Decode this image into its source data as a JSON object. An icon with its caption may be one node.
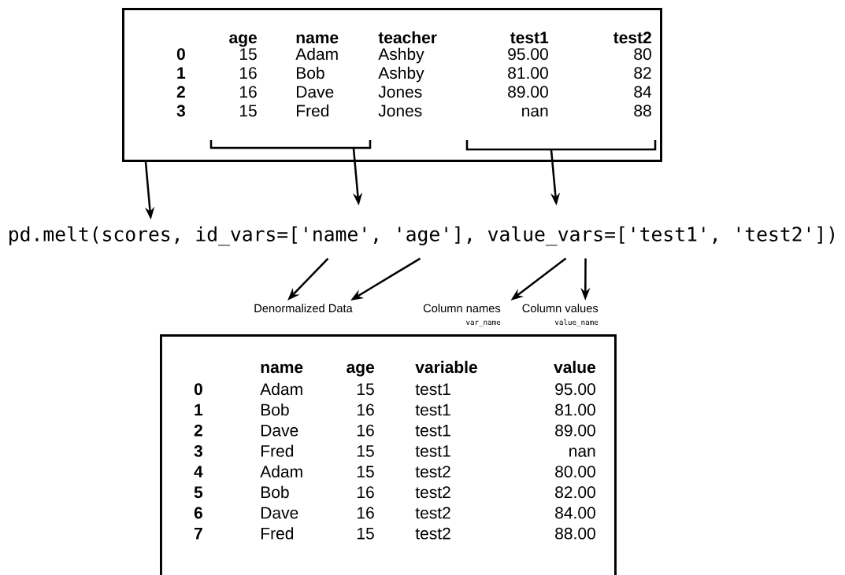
{
  "diagram": {
    "nodes": [
      {
        "text": [],
        "shape": "box"
      },
      {
        "text": [],
        "shape": "bracket",
        "in": 0
      },
      {
        "text": [],
        "shape": "bracket",
        "in": 0
      },
      {
        "text": [
          "pd.melt(scores, id_vars=['name', 'age'], value_vars=['test1', 'test2'])"
        ]
      },
      {
        "text": [
          "Denormalized Data"
        ]
      },
      {
        "text": [
          "Column names",
          "var_name"
        ]
      },
      {
        "text": [
          "Column values",
          "value_name"
        ]
      },
      {
        "text": [],
        "shape": "box"
      }
    ],
    "edges": [
      {
        "from": 0,
        "to": 3,
        "arrow": "to"
      },
      {
        "from": 1,
        "to": 3,
        "arrow": "to"
      },
      {
        "from": 2,
        "to": 3,
        "arrow": "to"
      },
      {
        "from": 3,
        "to": 4,
        "arrow": "to"
      },
      {
        "from": 3,
        "to": 4,
        "arrow": "to"
      },
      {
        "from": 3,
        "to": 5,
        "arrow": "to"
      },
      {
        "from": 3,
        "to": 6,
        "arrow": "to"
      }
    ],
    "labels": [
      "age",
      "name",
      "teacher",
      "test1",
      "test2",
      "0",
      "15",
      "Adam",
      "Ashby",
      "95.00",
      "80",
      "1",
      "16",
      "Bob",
      "Ashby",
      "81.00",
      "82",
      "2",
      "16",
      "Dave",
      "Jones",
      "89.00",
      "84",
      "3",
      "15",
      "Fred",
      "Jones",
      "nan",
      "88",
      "name",
      "age",
      "variable",
      "value",
      "0",
      "Adam",
      "15",
      "test1",
      "95.00",
      "1",
      "Bob",
      "16",
      "test1",
      "81.00",
      "2",
      "Dave",
      "16",
      "test1",
      "89.00",
      "3",
      "Fred",
      "15",
      "test1",
      "nan",
      "4",
      "Adam",
      "15",
      "test2",
      "80.00",
      "5",
      "Bob",
      "16",
      "test2",
      "82.00",
      "6",
      "Dave",
      "16",
      "test2",
      "84.00",
      "7",
      "Fred",
      "15",
      "test2",
      "88.00"
    ]
  }
}
